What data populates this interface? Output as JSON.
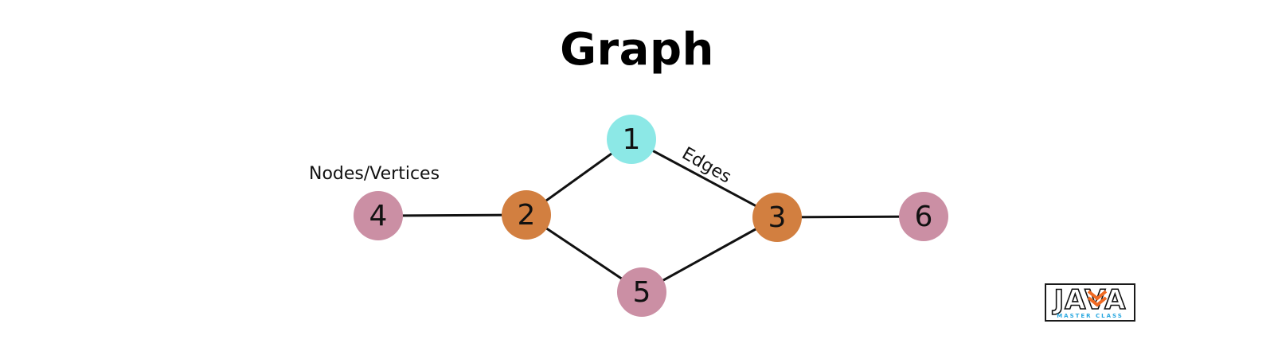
{
  "title": "Graph",
  "annotations": {
    "nodes_label": "Nodes/Vertices",
    "edges_label": "Edges"
  },
  "colors": {
    "teal": "#8ce8e6",
    "orange": "#d27f40",
    "pink": "#cb8fa4",
    "edge": "#111111",
    "logo_accent": "#f06a22",
    "logo_sub": "#2aa8e0"
  },
  "nodes": [
    {
      "id": "1",
      "label": "1",
      "color": "teal"
    },
    {
      "id": "2",
      "label": "2",
      "color": "orange"
    },
    {
      "id": "3",
      "label": "3",
      "color": "orange"
    },
    {
      "id": "4",
      "label": "4",
      "color": "pink"
    },
    {
      "id": "5",
      "label": "5",
      "color": "pink"
    },
    {
      "id": "6",
      "label": "6",
      "color": "pink"
    }
  ],
  "edges": [
    [
      "4",
      "2"
    ],
    [
      "2",
      "1"
    ],
    [
      "2",
      "5"
    ],
    [
      "1",
      "3"
    ],
    [
      "5",
      "3"
    ],
    [
      "3",
      "6"
    ]
  ],
  "logo": {
    "word": "JAVA",
    "subtitle": "MASTER CLASS",
    "icon": "chevron-down-icon"
  }
}
